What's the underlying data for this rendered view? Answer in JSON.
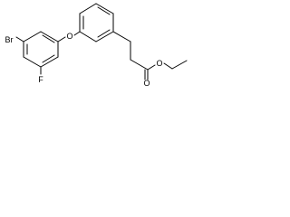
{
  "structure": {
    "atoms": {
      "bromine": "Br",
      "fluorine": "F",
      "ether_oxygen": "O",
      "carbonyl_oxygen": "O",
      "ester_oxygen": "O"
    }
  }
}
